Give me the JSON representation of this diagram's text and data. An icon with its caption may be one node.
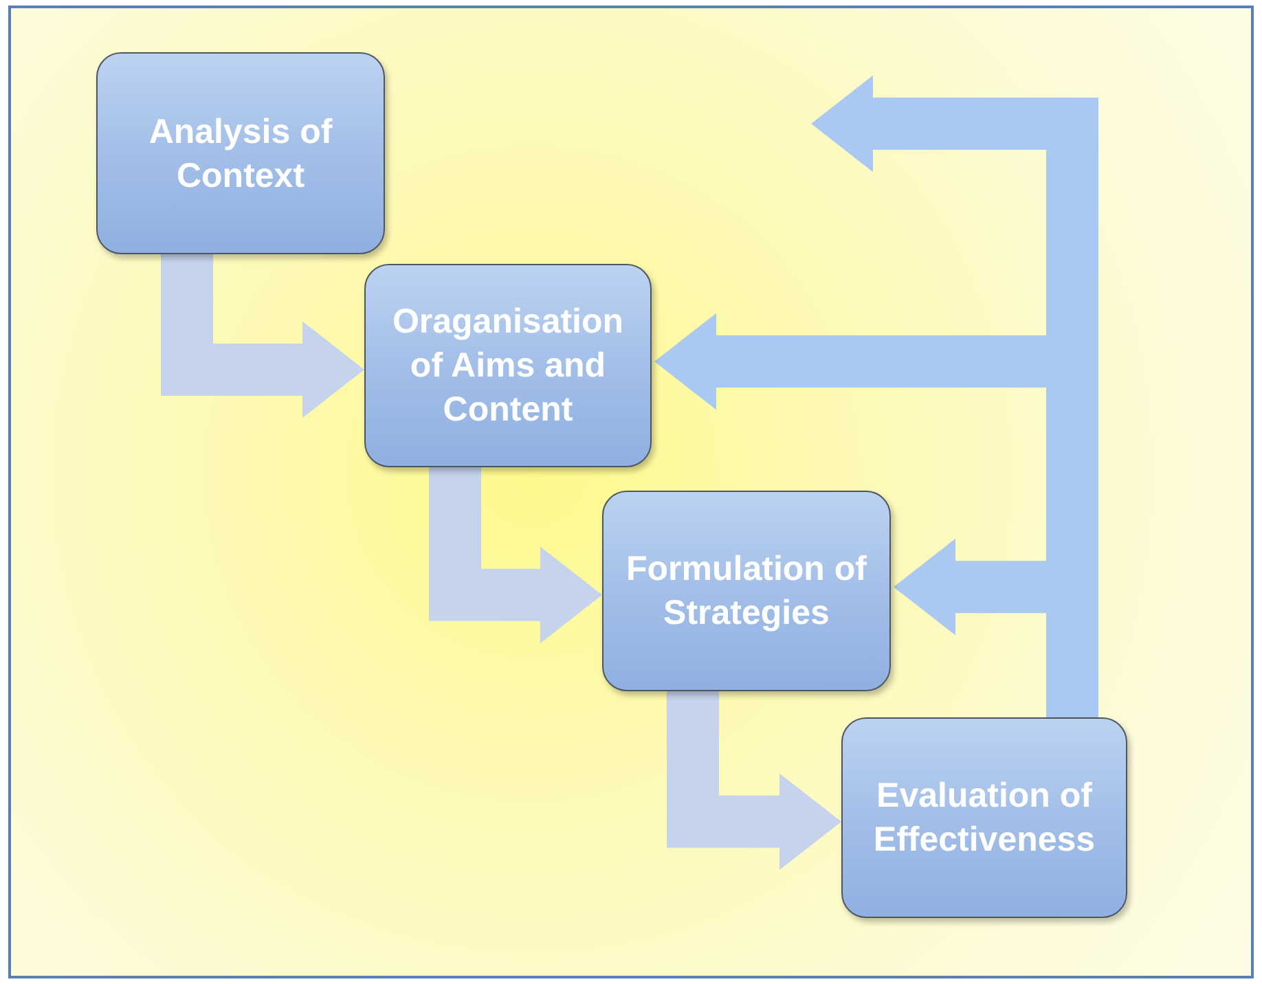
{
  "diagram": {
    "nodes": [
      {
        "text": [
          "Analysis of Context"
        ]
      },
      {
        "text": [
          "Oraganisation of Aims and Content"
        ]
      },
      {
        "text": [
          "Formulation of Strategies"
        ]
      },
      {
        "text": [
          "Evaluation of Effectiveness"
        ]
      }
    ],
    "edges": [
      {
        "from": 0,
        "to": 1,
        "arrow": "to"
      },
      {
        "from": 1,
        "to": 2,
        "arrow": "to"
      },
      {
        "from": 2,
        "to": 3,
        "arrow": "to"
      },
      {
        "from": 3,
        "to": null,
        "arrow": "to",
        "color": "#a9c9f2"
      },
      {
        "from": 3,
        "to": 1,
        "arrow": "to",
        "color": "#a9c9f2"
      },
      {
        "from": 3,
        "to": 2,
        "arrow": "to",
        "color": "#a9c9f2"
      }
    ]
  }
}
